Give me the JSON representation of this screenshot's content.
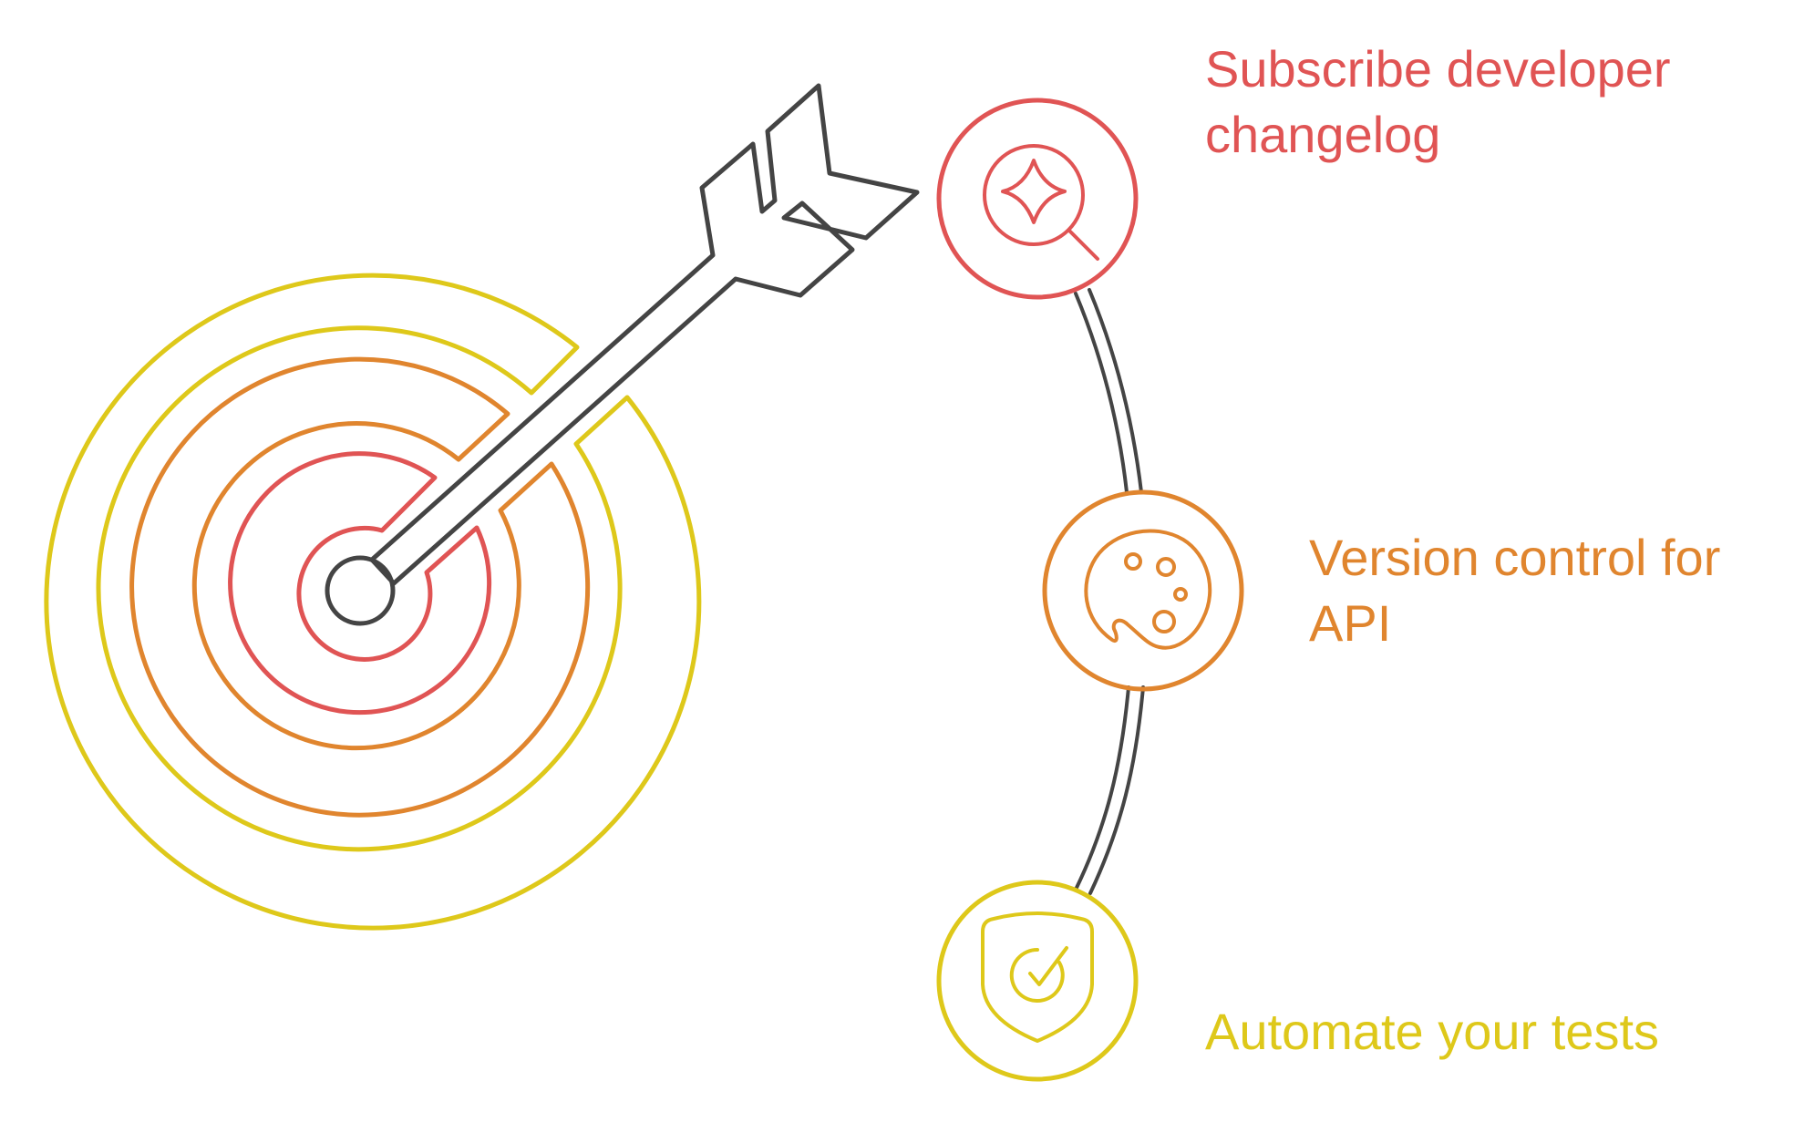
{
  "steps": [
    {
      "lines": [
        "Subscribe developer",
        "changelog"
      ],
      "icon": "sparkle-search-icon",
      "color": "#E05454"
    },
    {
      "lines": [
        "Version control for",
        "API"
      ],
      "icon": "palette-icon",
      "color": "#E0852E"
    },
    {
      "lines": [
        "Automate your tests"
      ],
      "icon": "shield-check-icon",
      "color": "#DEC81A"
    }
  ],
  "colors": {
    "outline": "#444444",
    "red": "#E05454",
    "orange": "#E0852E",
    "yellow": "#DEC81A"
  }
}
